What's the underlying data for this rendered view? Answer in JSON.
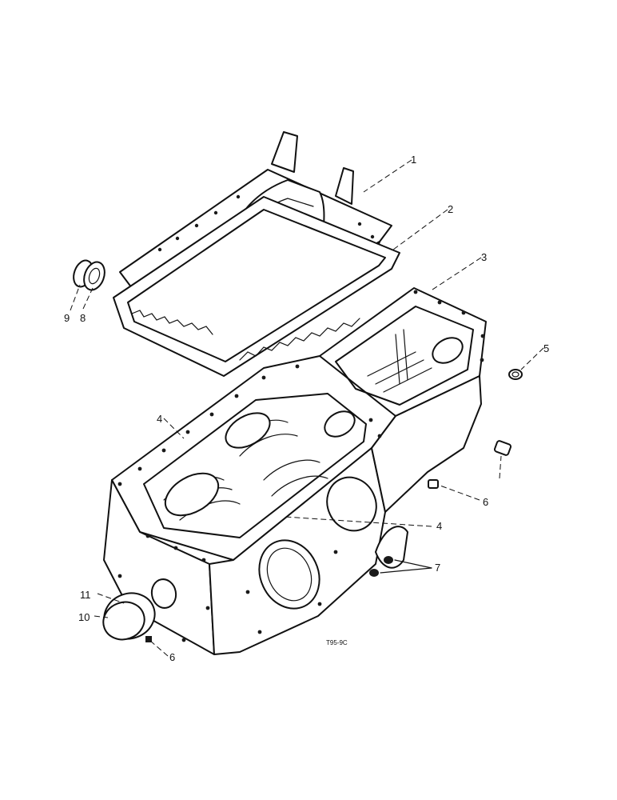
{
  "callouts": {
    "c1": "1",
    "c2": "2",
    "c3": "3",
    "c4a": "4",
    "c4b": "4",
    "c5": "5",
    "c6a": "6",
    "c6b": "6",
    "c7": "7",
    "c8": "8",
    "c9": "9",
    "c10": "10",
    "c11": "11"
  },
  "drawing_code": "T95-9C"
}
